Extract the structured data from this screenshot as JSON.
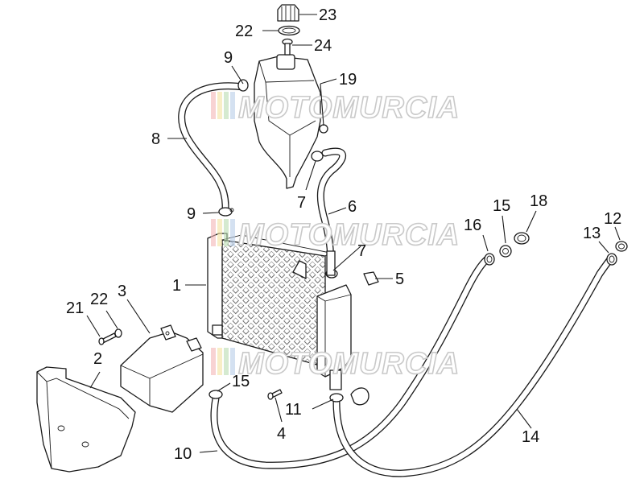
{
  "watermark": {
    "text": "MOTOMURCIA",
    "colors": [
      "#f4b6b6",
      "#f3e3a0",
      "#b9dcb0",
      "#b7cde8",
      "#c9c9c9"
    ]
  },
  "callouts": [
    {
      "id": "c23",
      "label": "23"
    },
    {
      "id": "c22a",
      "label": "22"
    },
    {
      "id": "c24",
      "label": "24"
    },
    {
      "id": "c9a",
      "label": "9"
    },
    {
      "id": "c19",
      "label": "19"
    },
    {
      "id": "c8",
      "label": "8"
    },
    {
      "id": "c7a",
      "label": "7"
    },
    {
      "id": "c6",
      "label": "6"
    },
    {
      "id": "c9b",
      "label": "9"
    },
    {
      "id": "c7b",
      "label": "7"
    },
    {
      "id": "c1",
      "label": "1"
    },
    {
      "id": "c5",
      "label": "5"
    },
    {
      "id": "c16",
      "label": "16"
    },
    {
      "id": "c15a",
      "label": "15"
    },
    {
      "id": "c18",
      "label": "18"
    },
    {
      "id": "c13",
      "label": "13"
    },
    {
      "id": "c12",
      "label": "12"
    },
    {
      "id": "c21",
      "label": "21"
    },
    {
      "id": "c22b",
      "label": "22"
    },
    {
      "id": "c3",
      "label": "3"
    },
    {
      "id": "c2",
      "label": "2"
    },
    {
      "id": "c15b",
      "label": "15"
    },
    {
      "id": "c4",
      "label": "4"
    },
    {
      "id": "c11",
      "label": "11"
    },
    {
      "id": "c14",
      "label": "14"
    },
    {
      "id": "c10",
      "label": "10"
    }
  ]
}
